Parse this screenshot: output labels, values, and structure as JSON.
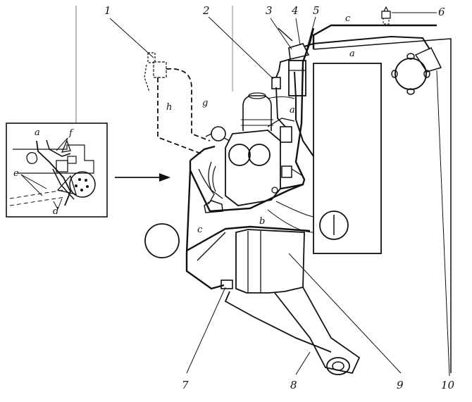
{
  "labels": {
    "n1": "1",
    "n2": "2",
    "n3": "3",
    "n4": "4",
    "n5": "5",
    "n6": "6",
    "n7": "7",
    "n8": "8",
    "n9": "9",
    "n10": "10",
    "a_top": "a",
    "a_mid": "a",
    "b": "b",
    "c_top": "c",
    "c_left": "c",
    "g": "g",
    "h": "h",
    "inset_a": "a",
    "inset_f": "f",
    "inset_e": "e",
    "inset_d": "d"
  }
}
